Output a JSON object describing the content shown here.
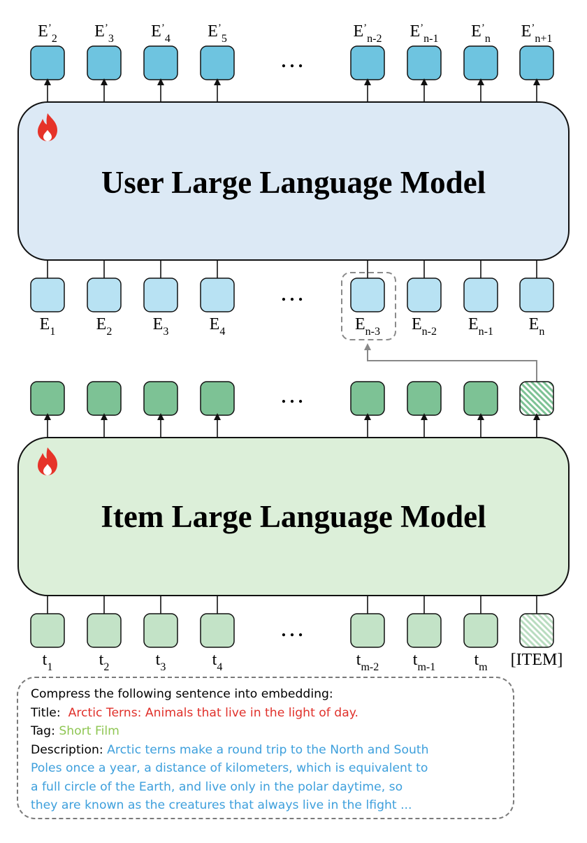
{
  "colors": {
    "user_model_fill": "#dce9f5",
    "item_model_fill": "#dcefd9",
    "output_embed_fill": "#6ec4e0",
    "input_embed_fill": "#b8e2f3",
    "item_output_fill": "#7dc295",
    "token_fill": "#c3e3c7",
    "title_color": "#e0312b",
    "tag_color": "#8fc653",
    "description_color": "#3d9fdc"
  },
  "user_model": {
    "title": "User Large Language Model",
    "icon": "fire-icon",
    "outputs": [
      {
        "base": "E",
        "sup": "’",
        "sub": "2"
      },
      {
        "base": "E",
        "sup": "’",
        "sub": "3"
      },
      {
        "base": "E",
        "sup": "’",
        "sub": "4"
      },
      {
        "base": "E",
        "sup": "’",
        "sub": "5"
      },
      {
        "base": "E",
        "sup": "’",
        "sub": "n-2"
      },
      {
        "base": "E",
        "sup": "’",
        "sub": "n-1"
      },
      {
        "base": "E",
        "sup": "’",
        "sub": "n"
      },
      {
        "base": "E",
        "sup": "’",
        "sub": "n+1"
      }
    ],
    "inputs": [
      {
        "base": "E",
        "sub": "1"
      },
      {
        "base": "E",
        "sub": "2"
      },
      {
        "base": "E",
        "sub": "3"
      },
      {
        "base": "E",
        "sub": "4"
      },
      {
        "base": "E",
        "sub": "n-3"
      },
      {
        "base": "E",
        "sub": "n-2"
      },
      {
        "base": "E",
        "sub": "n-1"
      },
      {
        "base": "E",
        "sub": "n"
      }
    ],
    "ellipsis": "…"
  },
  "item_model": {
    "title": "Item Large Language Model",
    "icon": "fire-icon",
    "inputs": [
      {
        "base": "t",
        "sub": "1"
      },
      {
        "base": "t",
        "sub": "2"
      },
      {
        "base": "t",
        "sub": "3"
      },
      {
        "base": "t",
        "sub": "4"
      },
      {
        "base": "t",
        "sub": "m-2"
      },
      {
        "base": "t",
        "sub": "m-1"
      },
      {
        "base": "t",
        "sub": "m"
      },
      {
        "base": "[ITEM]",
        "sub": ""
      }
    ],
    "ellipsis": "…"
  },
  "prompt": {
    "instruction": "Compress the following sentence into embedding:",
    "title_label": "Title:",
    "title_value": "Arctic Terns: Animals that live in the light of day.",
    "tag_label": "Tag:",
    "tag_value": "Short Film",
    "description_label": "Description:",
    "description_lines": [
      "Arctic terns make a round trip to the North and South",
      "Poles once a year, a distance of kilometers, which is equivalent to",
      "a full circle of the Earth, and live only in the polar daytime, so",
      "they are known as the creatures that always live in the lfight ..."
    ]
  }
}
